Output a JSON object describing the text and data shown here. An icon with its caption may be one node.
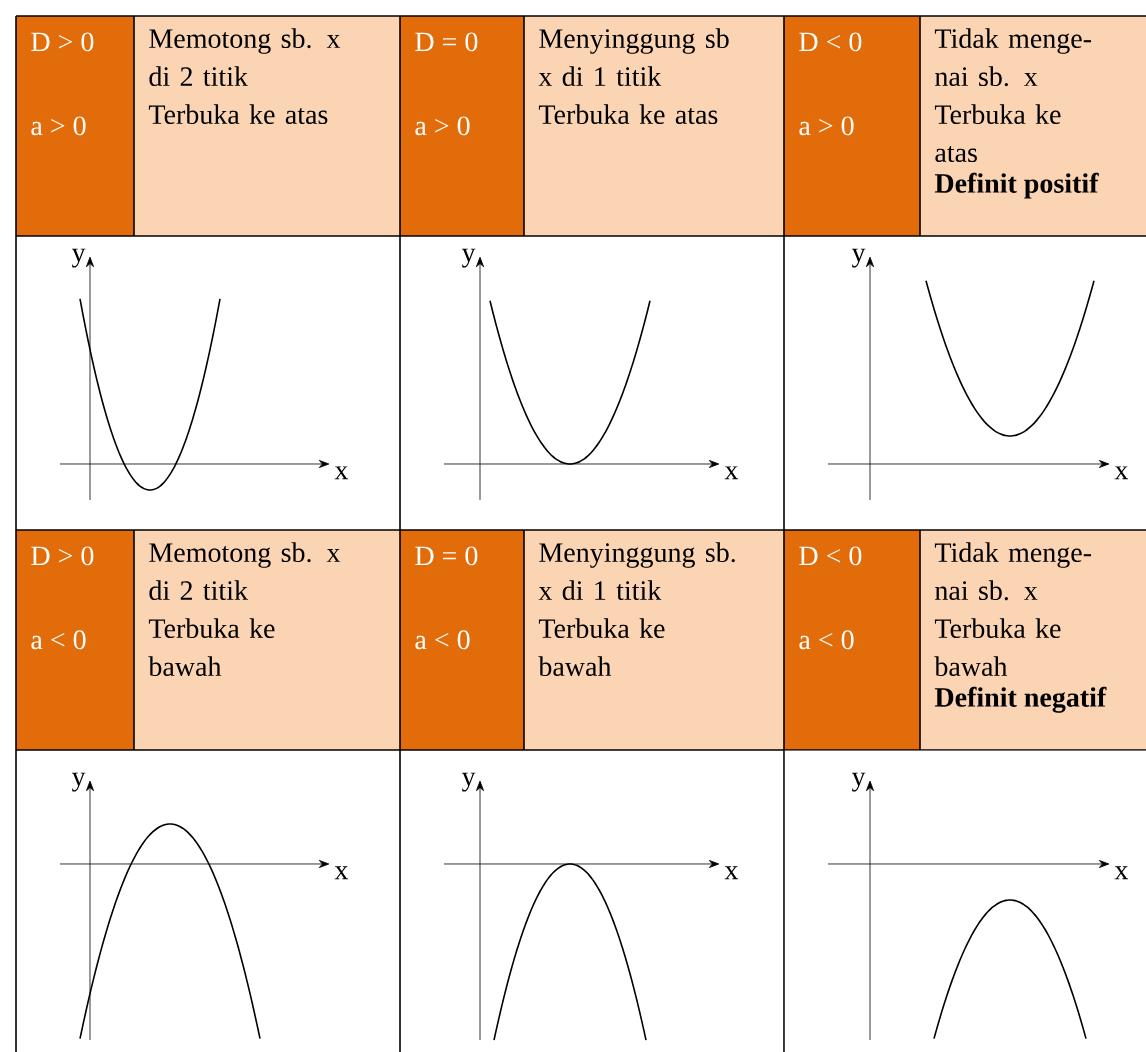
{
  "diagram": {
    "labels": [
      "D > 0",
      "a > 0",
      "Memotong sb. x di 2 titik",
      "Terbuka ke atas",
      "D = 0",
      "a > 0",
      "Menyinggung sb x di 1 titik",
      "Terbuka ke atas",
      "D < 0",
      "a > 0",
      "Tidak menge-nai sb. x",
      "Terbuka ke atas",
      "Definit positif",
      "y",
      "x",
      "y",
      "x",
      "y",
      "x",
      "D > 0",
      "a < 0",
      "Memotong sb. x di 2 titik",
      "Terbuka ke bawah",
      "D = 0",
      "a < 0",
      "Menyinggung sb. x di 1 titik",
      "Terbuka ke bawah",
      "D < 0",
      "a < 0",
      "Tidak menge-nai sb. x",
      "Terbuka ke bawah",
      "Definit negatif",
      "y",
      "x",
      "y",
      "x",
      "y",
      "x"
    ]
  }
}
